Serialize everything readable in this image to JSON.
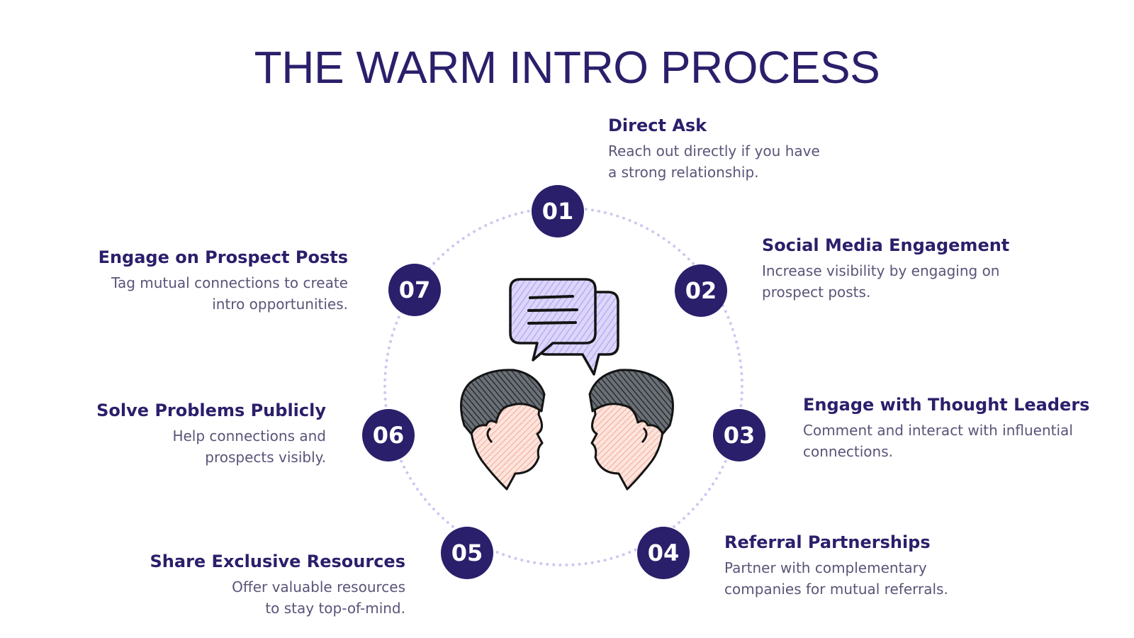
{
  "title": "THE WARM INTRO PROCESS",
  "colors": {
    "primary": "#2a1f6b",
    "ring": "#cdc8f0",
    "bubble_fill": "#cfc6f5",
    "skin": "#f7c6b8",
    "hair": "#3a3f44"
  },
  "illustration": {
    "icons": [
      "speech-bubbles-icon",
      "person-face-left-icon",
      "person-face-right-icon"
    ]
  },
  "steps": [
    {
      "number": "01",
      "title": "Direct Ask",
      "desc_lines": [
        "Reach out directly if you have",
        "a strong relationship."
      ]
    },
    {
      "number": "02",
      "title": "Social Media Engagement",
      "desc_lines": [
        "Increase visibility by engaging on",
        "prospect posts."
      ]
    },
    {
      "number": "03",
      "title": "Engage with Thought Leaders",
      "desc_lines": [
        "Comment and interact with influential",
        "connections."
      ]
    },
    {
      "number": "04",
      "title": "Referral Partnerships",
      "desc_lines": [
        "Partner with complementary",
        "companies for mutual referrals."
      ]
    },
    {
      "number": "05",
      "title": "Share Exclusive Resources",
      "desc_lines": [
        "Offer valuable resources",
        "to stay top-of-mind."
      ]
    },
    {
      "number": "06",
      "title": "Solve Problems Publicly",
      "desc_lines": [
        "Help connections and",
        "prospects visibly."
      ]
    },
    {
      "number": "07",
      "title": "Engage on Prospect Posts",
      "desc_lines": [
        "Tag mutual connections to create",
        "intro opportunities."
      ]
    }
  ]
}
